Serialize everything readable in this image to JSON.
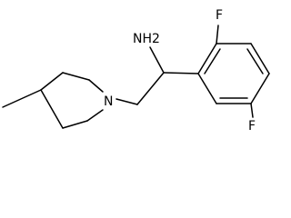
{
  "molecule": {
    "atoms": {
      "amine": "NH2",
      "piperidine_n": "N",
      "fluorine_ortho": "F",
      "fluorine_meta": "F"
    },
    "colors": {
      "bond": "#000000",
      "label": "#000000",
      "background": "#ffffff"
    }
  }
}
